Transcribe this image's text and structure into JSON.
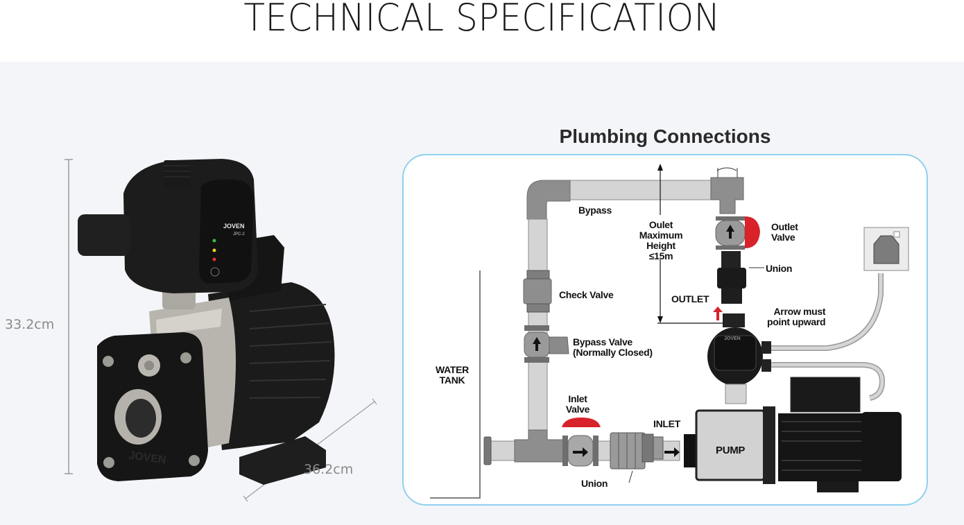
{
  "header": {
    "title": "TECHNICAL SPECIFICATION"
  },
  "product": {
    "brand": "JOVEN",
    "controller_model": "JPC-2",
    "dimensions": {
      "height": "33.2cm",
      "length": "36.2cm"
    },
    "indicator_colors": {
      "power": "#2fbf4a",
      "run": "#e6d21e",
      "fault": "#e0322b"
    }
  },
  "diagram": {
    "title": "Plumbing Connections",
    "border_color": "#8fd0ef",
    "labels": {
      "bypass": "Bypass",
      "outlet_height_1": "Oulet",
      "outlet_height_2": "Maximum",
      "outlet_height_3": "Height",
      "outlet_height_4": "≤15m",
      "outlet_valve_1": "Outlet",
      "outlet_valve_2": "Valve",
      "union_top": "Union",
      "check_valve": "Check Valve",
      "outlet": "OUTLET",
      "arrow_note_1": "Arrow must",
      "arrow_note_2": "point upward",
      "bypass_valve_1": "Bypass Valve",
      "bypass_valve_2": "(Normally Closed)",
      "water_tank_1": "WATER",
      "water_tank_2": "TANK",
      "inlet_valve_1": "Inlet",
      "inlet_valve_2": "Valve",
      "inlet": "INLET",
      "pump": "PUMP",
      "union_bottom": "Union",
      "controller_brand": "JOVEN"
    },
    "colors": {
      "valve_handle": "#d8232a",
      "pipe": "#cfcfcf",
      "fitting": "#8e8e8e",
      "pump_body": "#1a1a1a"
    }
  }
}
